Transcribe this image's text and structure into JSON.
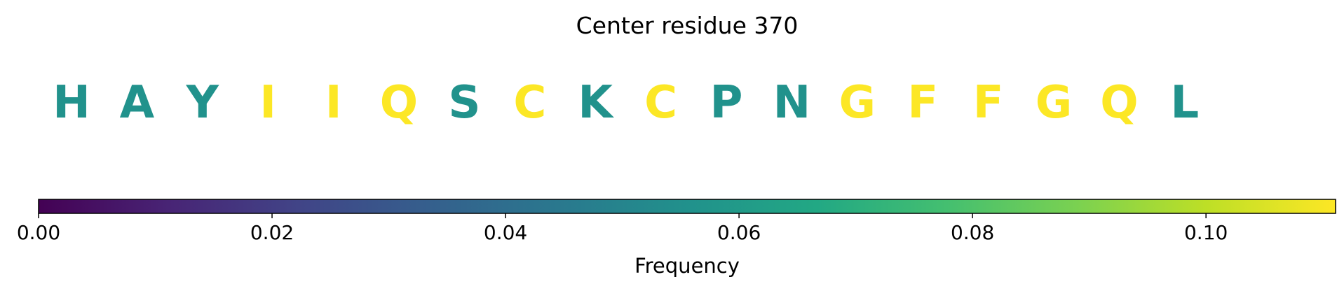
{
  "chart_data": {
    "type": "sequence-heatmap",
    "title": "Center residue 370",
    "residues": [
      {
        "letter": "H",
        "frequency": 0.056
      },
      {
        "letter": "A",
        "frequency": 0.056
      },
      {
        "letter": "Y",
        "frequency": 0.056
      },
      {
        "letter": "I",
        "frequency": 0.111
      },
      {
        "letter": "I",
        "frequency": 0.111
      },
      {
        "letter": "Q",
        "frequency": 0.111
      },
      {
        "letter": "S",
        "frequency": 0.056
      },
      {
        "letter": "C",
        "frequency": 0.111
      },
      {
        "letter": "K",
        "frequency": 0.056
      },
      {
        "letter": "C",
        "frequency": 0.111
      },
      {
        "letter": "P",
        "frequency": 0.056
      },
      {
        "letter": "N",
        "frequency": 0.056
      },
      {
        "letter": "G",
        "frequency": 0.111
      },
      {
        "letter": "F",
        "frequency": 0.111
      },
      {
        "letter": "F",
        "frequency": 0.111
      },
      {
        "letter": "G",
        "frequency": 0.111
      },
      {
        "letter": "Q",
        "frequency": 0.111
      },
      {
        "letter": "L",
        "frequency": 0.056
      }
    ],
    "colorbar": {
      "label": "Frequency",
      "colormap": "viridis",
      "range": [
        0,
        0.1111
      ],
      "ticks": [
        0.0,
        0.02,
        0.04,
        0.06,
        0.08,
        0.1
      ],
      "tick_labels": [
        "0.00",
        "0.02",
        "0.04",
        "0.06",
        "0.08",
        "0.10"
      ]
    }
  }
}
